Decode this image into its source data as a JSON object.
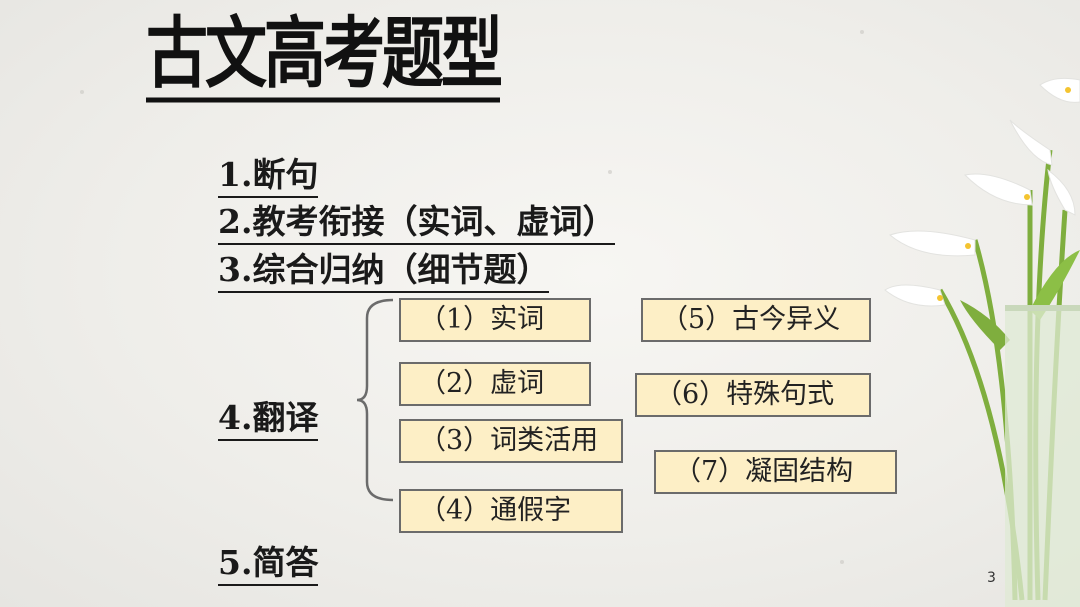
{
  "title": "古文高考题型",
  "items": {
    "i1": "1.断句",
    "i2": "2.教考衔接（实词、虚词）",
    "i3": "3.综合归纳（细节题）",
    "i4": "4.翻译",
    "i5": "5.简答"
  },
  "boxes": {
    "b1": "（1）实词",
    "b2": "（2）虚词",
    "b3": "（3）词类活用",
    "b4": "（4）通假字",
    "b5": "（5）古今异义",
    "b6": "（6）特殊句式",
    "b7": "（7）凝固结构"
  },
  "page_number": "3",
  "colors": {
    "box_fill": "#fdefc6",
    "box_border": "#6b6b6b",
    "text": "#1a1a1a"
  },
  "icons": [
    "calla-lily-vase-decoration",
    "brace-icon"
  ]
}
